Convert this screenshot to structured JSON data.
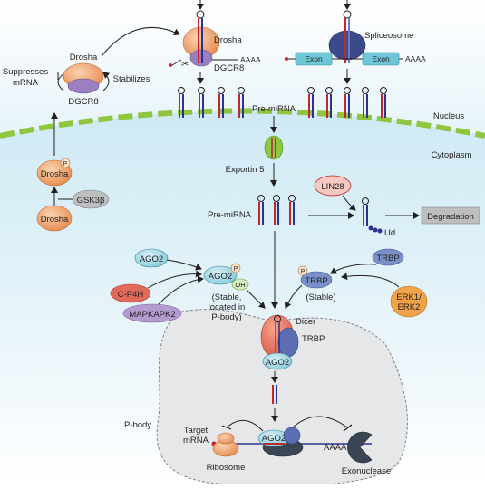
{
  "regions": {
    "nucleus": "Nucleus",
    "cytoplasm": "Cytoplasm",
    "p_body": "P-body"
  },
  "nuclear_panel": {
    "drosha": "Drosha",
    "dgcr8": "DGCR8",
    "suppresses": [
      "Suppresses",
      "mRNA"
    ],
    "stabilizes": "Stabilizes"
  },
  "processing": {
    "drosha": "Drosha",
    "dgcr8": "DGCR8",
    "polya_left": "AAAA",
    "spliceosome": "Spliceosome",
    "exon_1": "Exon",
    "exon_2": "Exon",
    "polya_right": "AAAA",
    "pre_mirna": "Pre-miRNA"
  },
  "export": {
    "exportin": "Exportin 5",
    "pre_mirna": "Pre-miRNA",
    "lin28": "LIN28",
    "ud": "Ud",
    "degradation": "Degradation"
  },
  "phospho": {
    "drosha_p": "Drosha",
    "p_mark": "P",
    "gsk3b": "GSK3β",
    "drosha": "Drosha"
  },
  "ago_panel": {
    "ago2_top": "AGO2",
    "c_p4h": "C-P4H",
    "mapkapk2": "MAPKAPK2",
    "ago2_center": "AGO2",
    "p_mark": "P",
    "oh": "OH",
    "stable_note": [
      "(Stable,",
      "located in",
      "P-body)"
    ]
  },
  "trbp_panel": {
    "trbp_top": "TRBP",
    "p_mark": "P",
    "trbp": "TRBP",
    "stable": "(Stable)",
    "erk": [
      "ERK1/",
      "ERK2"
    ]
  },
  "dicer_complex": {
    "dicer": "Dicer",
    "trbp": "TRBP",
    "ago2": "AGO2"
  },
  "pbody": {
    "target": [
      "Target",
      "mRNA"
    ],
    "ago2": "AGO2",
    "polya": "AAAA",
    "ribosome": "Ribosome",
    "exonuclease": "Exonuclease"
  },
  "colors": {
    "drosha": "#f0a36d",
    "dgcr8": "#9b7fc0",
    "spliceosome": "#3b4a8a",
    "exon": "#6ec6d8",
    "ago2": "#a8dbe6",
    "kinase_grey": "#bcbec0",
    "c_p4h": "#e26a5a",
    "mapkapk2": "#b49bd0",
    "erk": "#f0a348",
    "lin28": "#f7c9c0",
    "nucleus_bg": "#eef7fb",
    "cytoplasm_bg": "#d6eef7",
    "pbody_bg": "#e6e7e8",
    "membrane": "#8ec63f"
  }
}
